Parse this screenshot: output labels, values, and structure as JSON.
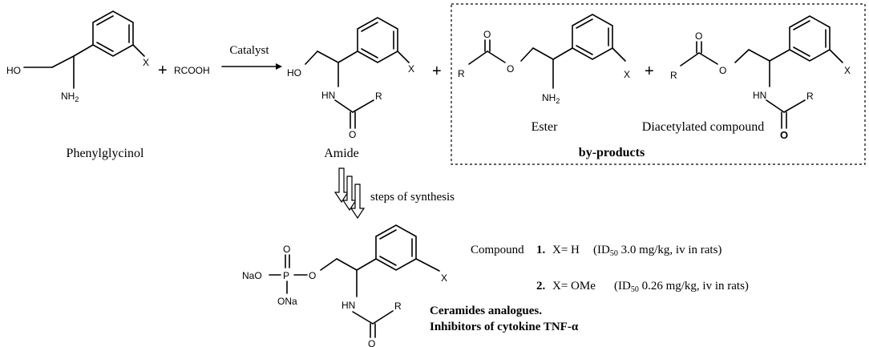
{
  "reaction": {
    "reagent": "RCOOH",
    "catalyst": "Catalyst",
    "plus": "+",
    "steps": "steps of synthesis"
  },
  "molecules": {
    "phenylglycinol": {
      "name": "Phenylglycinol",
      "atoms": {
        "ho": "HO",
        "nh2": "NH",
        "nh2_sub": "2",
        "x": "X"
      }
    },
    "amide": {
      "name": "Amide",
      "atoms": {
        "ho": "HO",
        "hn": "HN",
        "r": "R",
        "o": "O",
        "x": "X"
      }
    },
    "ester": {
      "name": "Ester",
      "atoms": {
        "r": "R",
        "o_carbonyl": "O",
        "o_ester": "O",
        "nh2": "NH",
        "nh2_sub": "2",
        "x": "X"
      }
    },
    "diacetylated": {
      "name": "Diacetylated compound",
      "atoms": {
        "r1": "R",
        "o_carbonyl": "O",
        "o_ester": "O",
        "hn": "HN",
        "r2": "R",
        "o_amide": "O",
        "x": "X"
      }
    },
    "phosphate": {
      "atoms": {
        "nao_left": "NaO",
        "p": "P",
        "o_top": "O",
        "o_link": "O",
        "ona": "ONa",
        "hn": "HN",
        "r": "R",
        "o": "O",
        "x": "X"
      }
    }
  },
  "byproducts_label": "by-products",
  "compounds": [
    {
      "prefix": "Compound",
      "num": "1.",
      "x": "X= H",
      "id_open": "(ID",
      "id_sub": "50",
      "value": " 3.0 mg/kg,  iv in rats)"
    },
    {
      "prefix": "",
      "num": "2.",
      "x": "X= OMe",
      "id_open": "(ID",
      "id_sub": "50",
      "value": " 0.26 mg/kg, iv in rats)"
    }
  ],
  "conclusion": {
    "line1": "Ceramides analogues.",
    "line2": "Inhibitors of cytokine TNF-α"
  }
}
